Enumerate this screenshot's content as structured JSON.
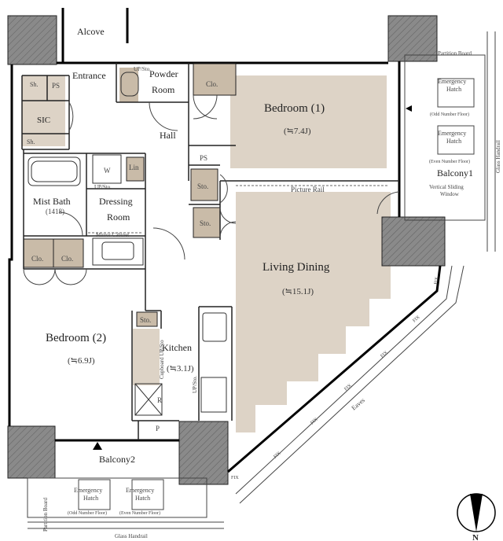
{
  "rooms": {
    "alcove": "Alcove",
    "entrance": "Entrance",
    "powder_room": "Powder",
    "powder_room_2": "Room",
    "hall": "Hall",
    "bedroom1": "Bedroom (1)",
    "bedroom1_area": "(≒7.4J)",
    "sic": "SIC",
    "mist_bath": "Mist Bath",
    "mist_bath_size": "(1418)",
    "dressing_room": "Dressing",
    "dressing_room_2": "Room",
    "living_dining": "Living Dining",
    "living_dining_area": "(≒15.1J)",
    "bedroom2": "Bedroom (2)",
    "bedroom2_area": "(≒6.9J)",
    "kitchen": "Kitchen",
    "kitchen_area": "(≒3.1J)",
    "balcony1": "Balcony1",
    "balcony2": "Balcony2"
  },
  "fixtures": {
    "ps": "PS",
    "sh": "Sh.",
    "clo": "Clo.",
    "sto": "Sto.",
    "lin": "Lin",
    "w": "W",
    "up_sto": "UP/Sto.",
    "mirror_cabinet": "Mirror Cabinet",
    "picture_rail": "Picture Rail",
    "partition_board": "Partition Board",
    "emergency_hatch": "Emergency",
    "hatch": "Hatch",
    "odd_floor": "(Odd Number Floor)",
    "even_floor": "(Even Number Floor)",
    "vertical_sliding": "Vertical Sliding",
    "window": "Window",
    "glass_handrail": "Glass Handrail",
    "fix": "FIX",
    "eaves": "Eaves",
    "cupboard": "Cupboard UP/Sto",
    "r": "R",
    "p": "P",
    "north": "N"
  },
  "colors": {
    "wall": "#000000",
    "pillar": "#7d7d7d",
    "floor_tint": "#ddd3c6",
    "storage_tint": "#c9bba8"
  }
}
